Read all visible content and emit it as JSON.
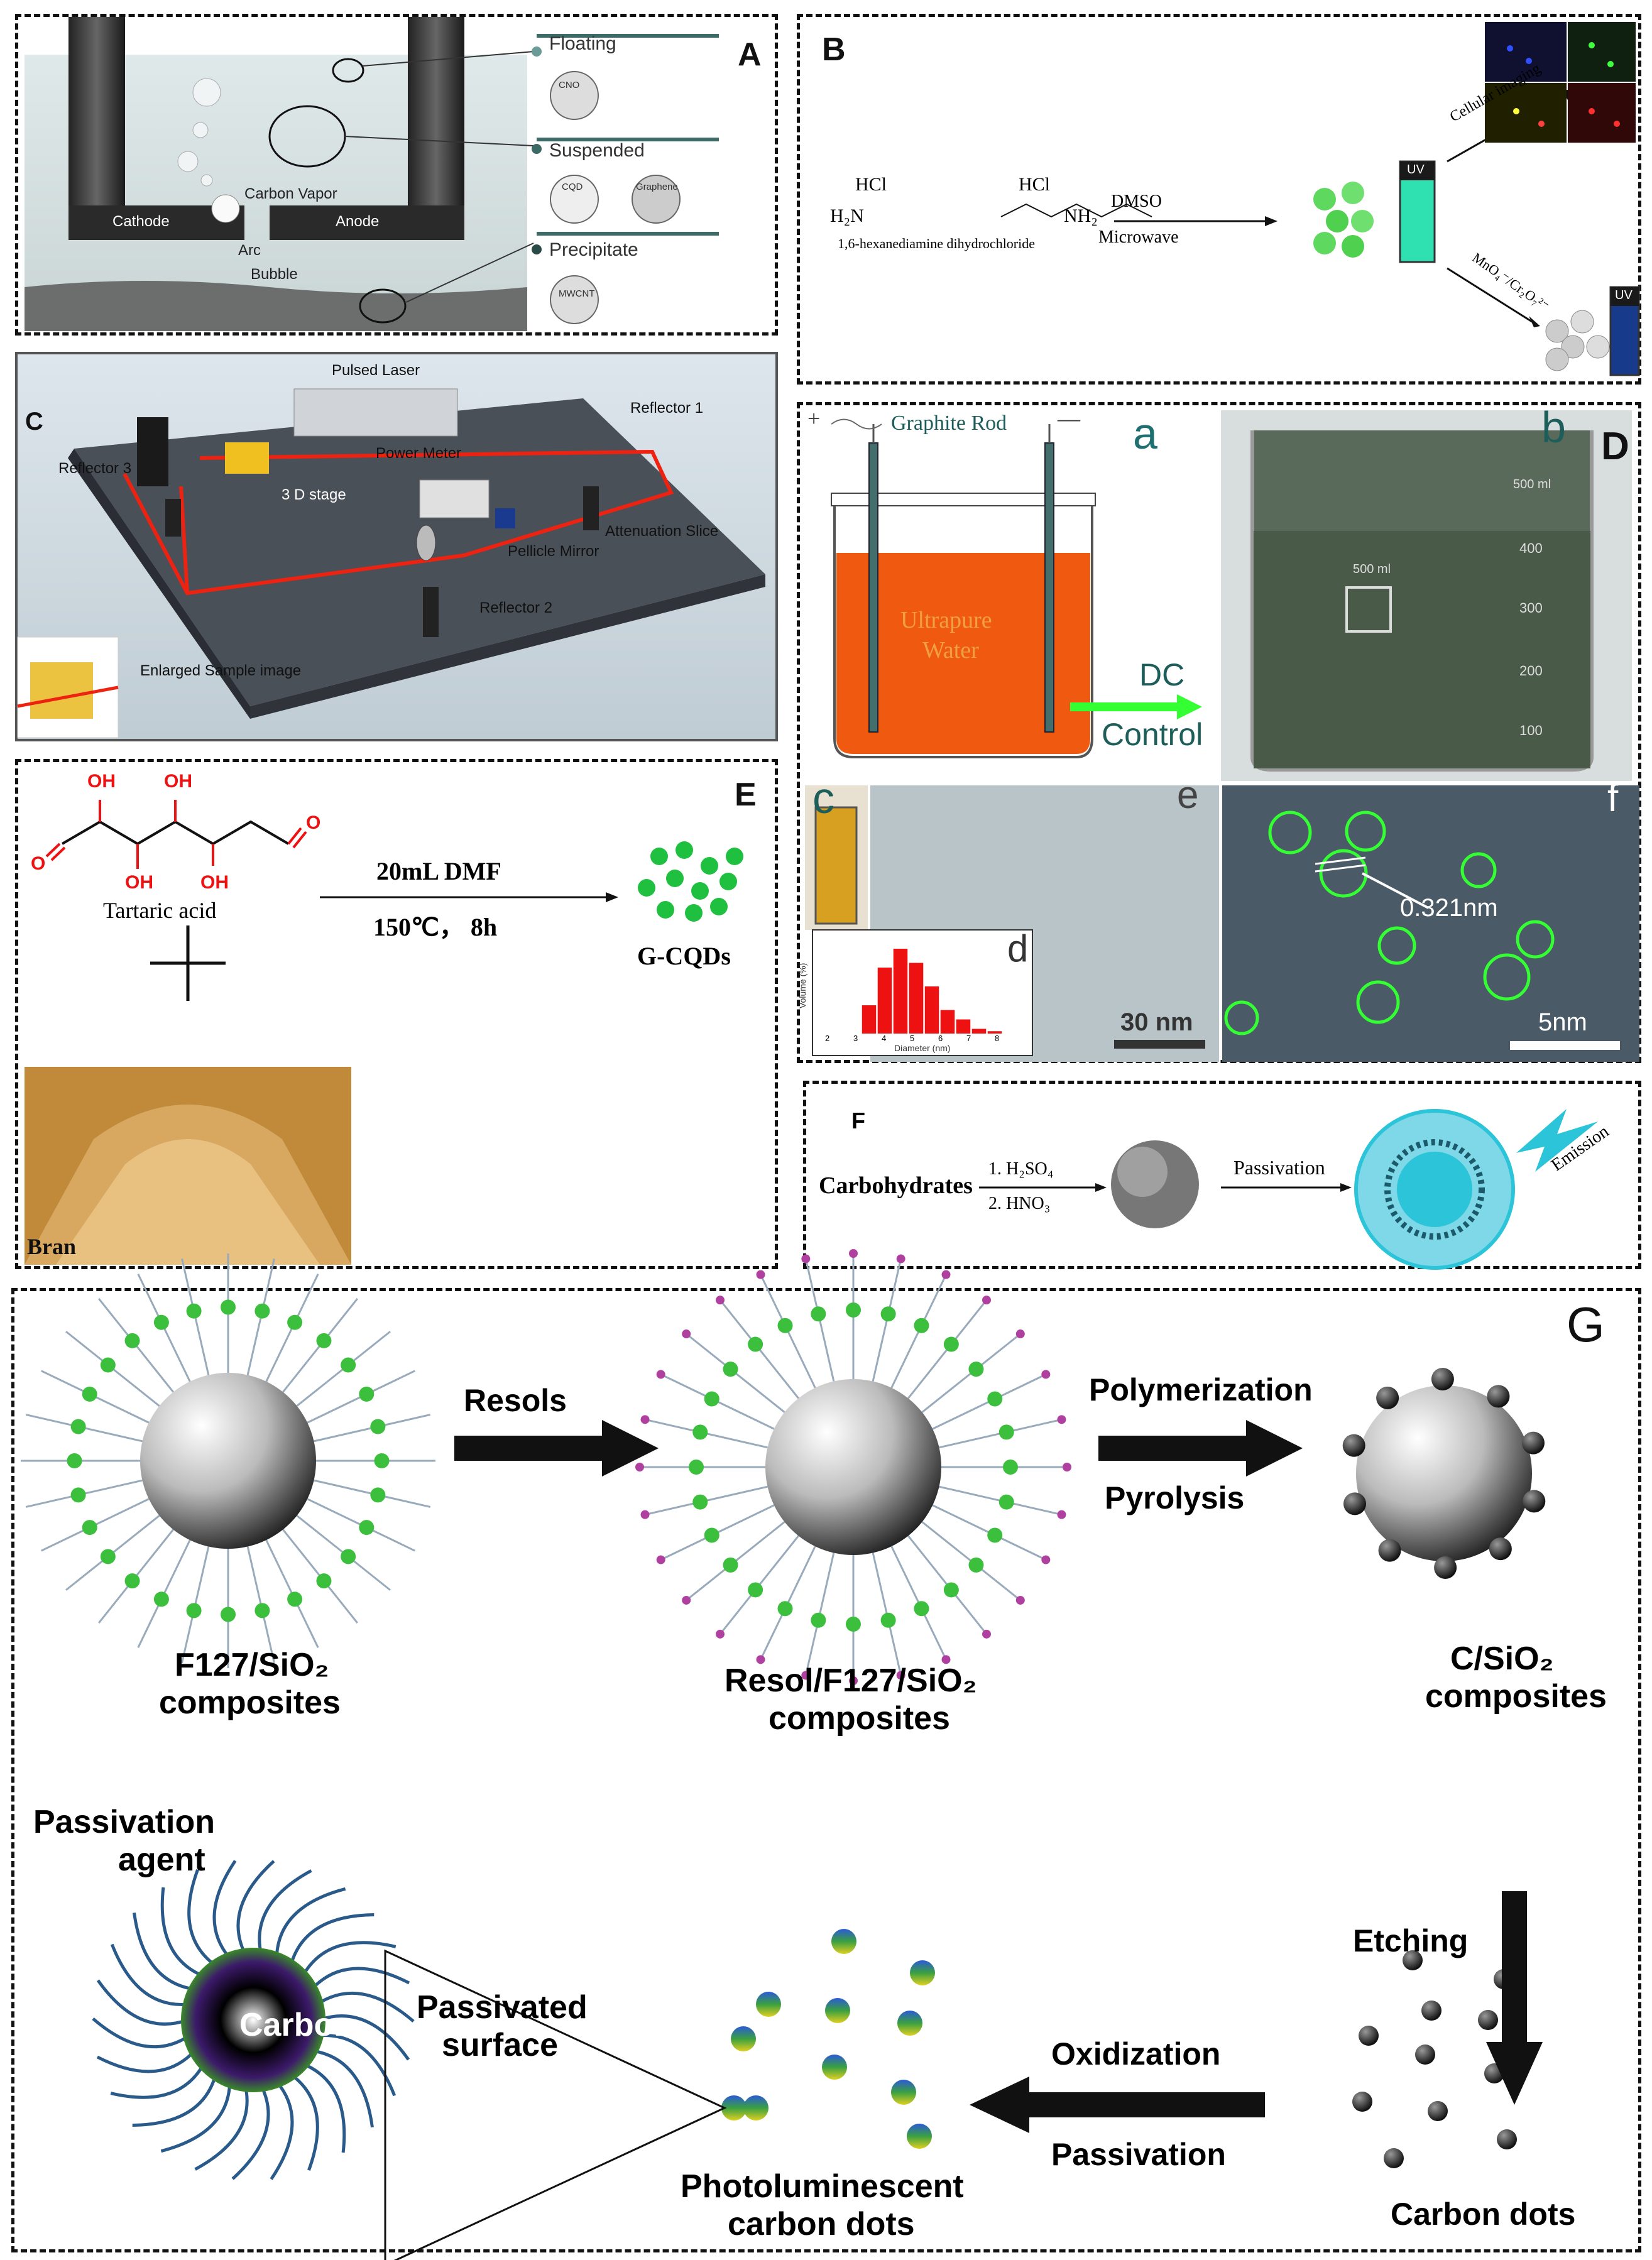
{
  "panel_a": {
    "label": "A",
    "floating": "Floating",
    "floating_items": [
      "CNO"
    ],
    "suspended": "Suspended",
    "suspended_items": [
      "CQD",
      "Graphene"
    ],
    "precipitate": "Precipitate",
    "precipitate_items": [
      "MWCNT"
    ],
    "carbon_vapor": "Carbon Vapor",
    "cathode": "Cathode",
    "anode": "Anode",
    "arc": "Arc",
    "bubble": "Bubble"
  },
  "panel_b": {
    "label": "B",
    "hcl_left": "HCl",
    "hcl_right": "HCl",
    "h2n": "H₂N",
    "nh2": "NH₂",
    "compound": "1,6-hexanediamine dihydrochloride",
    "reagent": "DMSO",
    "condition": "Microwave",
    "uv_top": "UV",
    "uv_bottom": "UV",
    "branch_top": "Cellular imaging",
    "branch_bottom": "MnO₄⁻/Cr₂O₇²⁻"
  },
  "panel_c": {
    "label": "C",
    "pulsed_laser": "Pulsed Laser",
    "reflector1": "Reflector 1",
    "reflector2": "Reflector 2",
    "reflector3": "Reflector 3",
    "power_meter": "Power Meter",
    "stage": "3 D stage",
    "attenuation": "Attenuation Slice",
    "pellicle": "Pellicle Mirror",
    "sample": "Enlarged Sample image"
  },
  "panel_d": {
    "label": "D",
    "graphite_rod": "Graphite Rod",
    "plus": "+",
    "minus": "—",
    "water_line1": "Ultrapure",
    "water_line2": "Water",
    "dc_line1": "DC",
    "dc_line2": "Control",
    "sub_a": "a",
    "sub_b": "b",
    "sub_c": "c",
    "sub_d": "d",
    "sub_e": "e",
    "sub_f": "f",
    "beaker_volume": "500 ml",
    "beaker_ticks": [
      "500 ml",
      "400",
      "300",
      "200",
      "100"
    ],
    "scale_e": "30 nm",
    "scale_f": "5nm",
    "spacing": "0.321nm",
    "hist_ylabel": "Volume (%)",
    "hist_xlabel": "Diameter (nm)",
    "hist_xticks": [
      "2",
      "3",
      "4",
      "5",
      "6",
      "7",
      "8"
    ]
  },
  "panel_e": {
    "label": "E",
    "oh": "OH",
    "o": "O",
    "compound": "Tartaric acid",
    "plus_sign": "+",
    "reagent": "20mL DMF",
    "condition": "150℃， 8h",
    "product": "G-CQDs",
    "bran": "Bran"
  },
  "panel_f": {
    "label": "F",
    "reactant": "Carbohydrates",
    "step1": "1. H₂SO₄",
    "step2": "2. HNO₃",
    "passivation": "Passivation",
    "emission": "Emission"
  },
  "panel_g": {
    "label": "G",
    "f127_line1": "F127/SiO₂",
    "f127_line2": "composites",
    "resols": "Resols",
    "resol_line1": "Resol/F127/SiO₂",
    "resol_line2": "composites",
    "polymerization": "Polymerization",
    "pyrolysis": "Pyrolysis",
    "csio2_line1": "C/SiO₂",
    "csio2_line2": "composites",
    "etching": "Etching",
    "carbon_dots": "Carbon dots",
    "oxidization": "Oxidization",
    "passivation": "Passivation",
    "pl_line1": "Photoluminescent",
    "pl_line2": "carbon dots",
    "passivation_agent_line1": "Passivation",
    "passivation_agent_line2": "agent",
    "carbon": "Carbon",
    "passivated_line1": "Passivated",
    "passivated_line2": "surface"
  },
  "histogram": {
    "x": [
      3,
      3.5,
      4,
      4.5,
      5,
      5.5,
      6,
      6.5,
      7
    ],
    "values": [
      6,
      14,
      18,
      15,
      10,
      5,
      3,
      1,
      0.5
    ],
    "ymax": 20
  },
  "colors": {
    "green_dot": "#1fbf3f",
    "red": "#e11",
    "water": "#f05a10",
    "cyan": "#2bc4d8"
  }
}
